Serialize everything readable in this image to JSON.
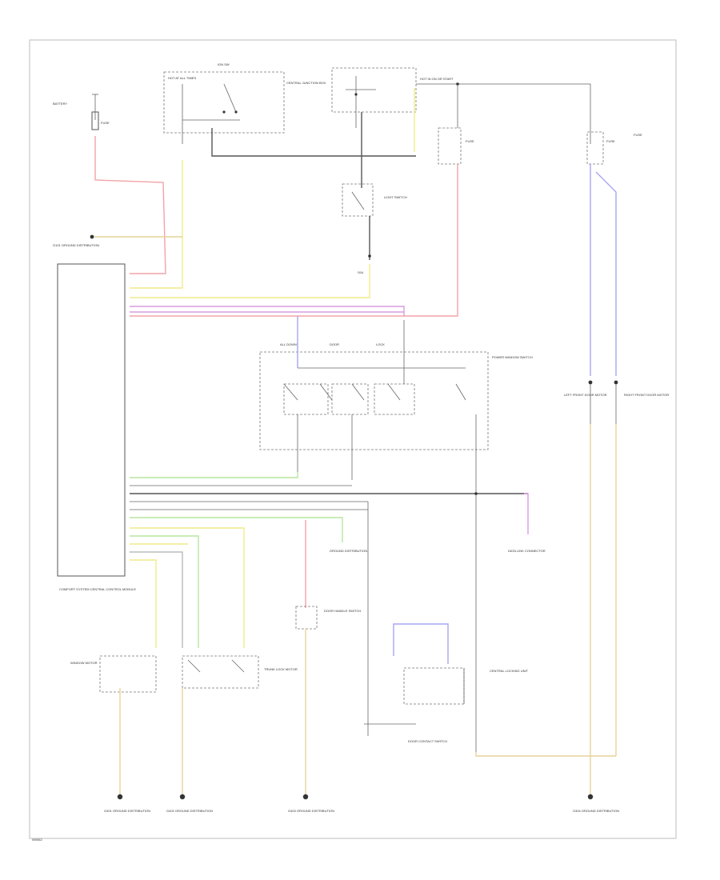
{
  "diagram": {
    "labels": {
      "battery": "BATTERY",
      "fuse_a": "FUSE",
      "ign_sw": "IGN SW",
      "hot_at_all_times": "HOT AT ALL TIMES",
      "central_junction": "CENTRAL JUNCTION BOX",
      "hot_on": "HOT IN ON OR START",
      "fuse_b": "FUSE",
      "fuse_c": "FUSE",
      "fuse_d": "FUSE",
      "light_switch": "LIGHT SWITCH",
      "splice": "S04",
      "spl_ground": "G101 GROUND DISTRIBUTION",
      "ctrl_module": "COMFORT SYSTEM CENTRAL CONTROL MODULE",
      "power_switch": "POWER WINDOW SWITCH",
      "sw_all": "ALL DOWN",
      "sw_door": "DOOR",
      "sw_lock": "LOCK",
      "left_motor": "LEFT FRONT DOOR MOTOR",
      "right_motor": "RIGHT FRONT DOOR MOTOR",
      "ground_spl": "GROUND DISTRIBUTION",
      "data_link": "DATA LINK CONNECTOR",
      "door_handle": "DOOR HANDLE SWITCH",
      "trunk_lock": "TRUNK LOCK MOTOR",
      "window_motor": "WINDOW MOTOR",
      "lock_unit": "CENTRAL LOCKING UNIT",
      "contact_switch": "DOOR CONTACT SWITCH",
      "g_left": "G401 GROUND DISTRIBUTION",
      "g_mid": "G402 GROUND DISTRIBUTION",
      "g_center": "G403 GROUND DISTRIBUTION",
      "g_right": "G404 GROUND DISTRIBUTION",
      "figure_id": "W0062"
    },
    "wire_colors": {
      "red": "#f2a3a8",
      "yellow": "#f0ec8a",
      "green": "#b8e6a0",
      "blue": "#a9a6f2",
      "violet": "#d89be0",
      "tan": "#e6d49a",
      "black": "#555555",
      "gray": "#bbbbbb"
    }
  }
}
